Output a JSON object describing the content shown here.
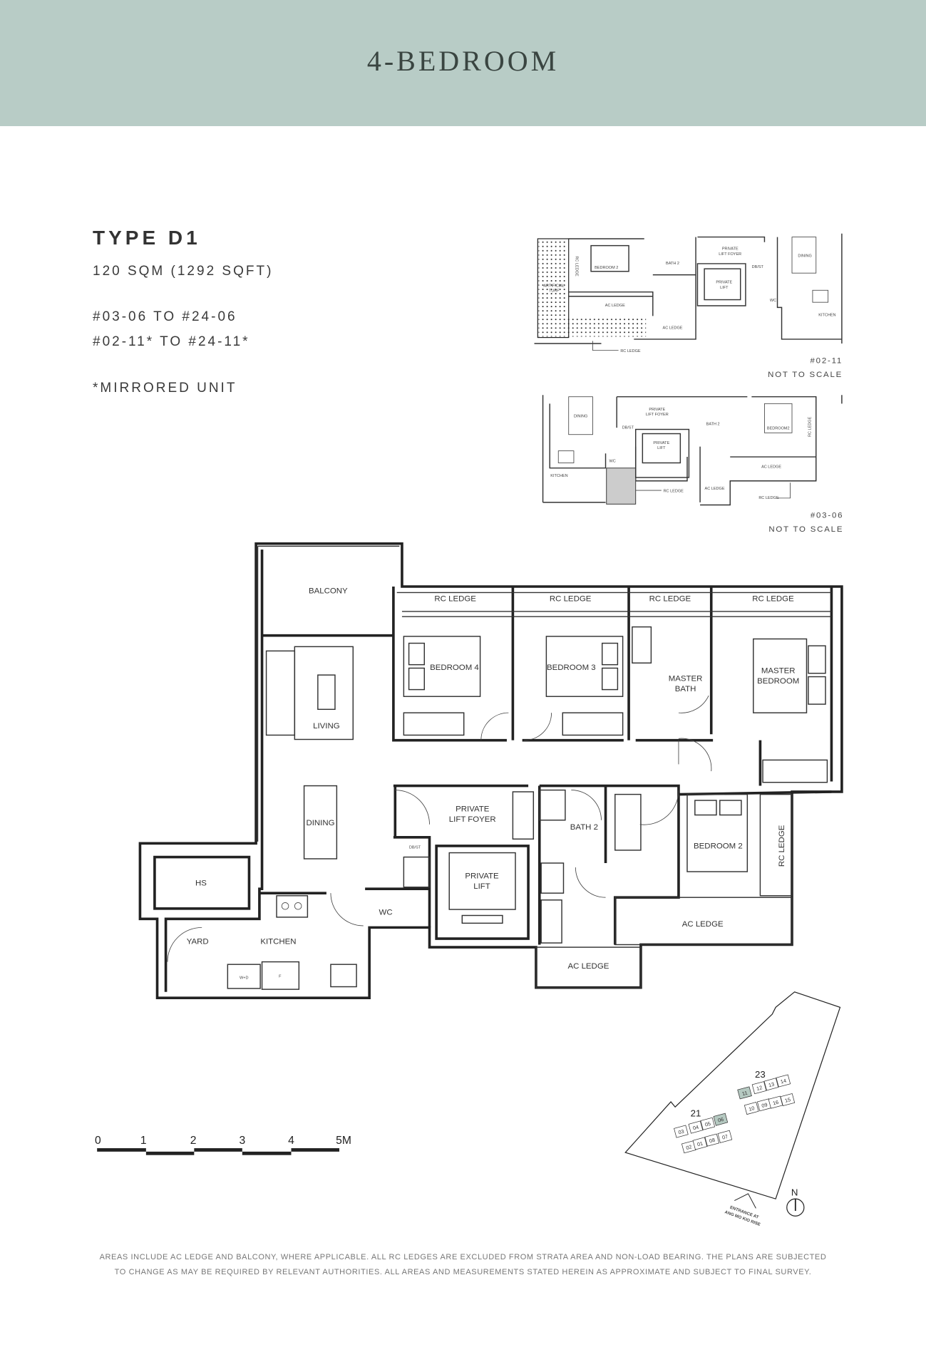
{
  "header": {
    "title": "4-BEDROOM",
    "background": "#b8ccc6"
  },
  "unit": {
    "type": "TYPE D1",
    "area": "120 SQM (1292 SQFT)",
    "ranges": [
      "#03-06 TO  #24-06",
      "#02-11* TO  #24-11*"
    ],
    "note": "*MIRRORED UNIT"
  },
  "mini_plan_1": {
    "caption": "#02-11",
    "scale_note": "NOT TO SCALE",
    "labels": {
      "turf1": "ARTIFICIAL",
      "turf2": "TURF",
      "rc_v": "RC LEDGE",
      "bed2": "BEDROOM 2",
      "bath2": "BATH 2",
      "foyer1": "PRIVATE",
      "foyer2": "LIFT FOYER",
      "lift1": "PRIVATE",
      "lift2": "LIFT",
      "dbst": "DB/ST",
      "wc": "WC",
      "dining": "DINING",
      "kitchen": "KITCHEN",
      "ac1": "AC LEDGE",
      "ac2": "AC LEDGE",
      "rc": "RC LEDGE"
    }
  },
  "mini_plan_2": {
    "caption": "#03-06",
    "scale_note": "NOT TO SCALE",
    "labels": {
      "dining": "DINING",
      "kitchen": "KITCHEN",
      "wc": "WC",
      "dbst": "DB/ST",
      "foyer1": "PRIVATE",
      "foyer2": "LIFT FOYER",
      "lift1": "PRIVATE",
      "lift2": "LIFT",
      "bath2": "BATH 2",
      "bed2": "BEDROOM2",
      "rc_v": "RC LEDGE",
      "ac1": "AC LEDGE",
      "ac2": "AC LEDGE",
      "rc1": "RC LEDGE",
      "rc2": "RC LEDGE"
    }
  },
  "main_plan": {
    "labels": {
      "balcony": "BALCONY",
      "living": "LIVING",
      "dining": "DINING",
      "hs": "HS",
      "yard": "YARD",
      "kitchen": "KITCHEN",
      "wd": "W+D",
      "fridge": "F",
      "wc": "WC",
      "dbst": "DB/ST",
      "foyer1": "PRIVATE",
      "foyer2": "LIFT FOYER",
      "lift1": "PRIVATE",
      "lift2": "LIFT",
      "bath2": "BATH 2",
      "bed4": "BEDROOM 4",
      "bed3": "BEDROOM 3",
      "mbath1": "MASTER",
      "mbath2": "BATH",
      "mbed1": "MASTER",
      "mbed2": "BEDROOM",
      "bed2": "BEDROOM 2",
      "rc1": "RC LEDGE",
      "rc2": "RC LEDGE",
      "rc3": "RC LEDGE",
      "rc4": "RC LEDGE",
      "rc_v": "RC LEDGE",
      "ac1": "AC LEDGE",
      "ac2": "AC LEDGE"
    }
  },
  "scale_bar": {
    "ticks": [
      "0",
      "1",
      "2",
      "3",
      "4",
      "5M"
    ]
  },
  "site_plan": {
    "blocks": [
      {
        "name": "21",
        "units": [
          "03",
          "04",
          "05",
          "06",
          "02",
          "01",
          "08",
          "07"
        ]
      },
      {
        "name": "23",
        "units": [
          "11",
          "12",
          "13",
          "14",
          "10",
          "09",
          "16",
          "15"
        ]
      }
    ],
    "highlighted_units": [
      "06",
      "11"
    ],
    "highlight_color": "#b5c9c1",
    "north": "N",
    "entrance": [
      "ENTRANCE AT",
      "ANG MO KIO RISE"
    ]
  },
  "footer": {
    "line1": "AREAS INCLUDE AC LEDGE AND BALCONY, WHERE APPLICABLE. ALL RC LEDGES ARE EXCLUDED FROM STRATA AREA AND NON-LOAD BEARING. THE PLANS ARE SUBJECTED",
    "line2": "TO CHANGE AS MAY BE REQUIRED BY RELEVANT AUTHORITIES. ALL AREAS AND MEASUREMENTS STATED HEREIN AS APPROXIMATE AND SUBJECT TO FINAL SURVEY."
  }
}
